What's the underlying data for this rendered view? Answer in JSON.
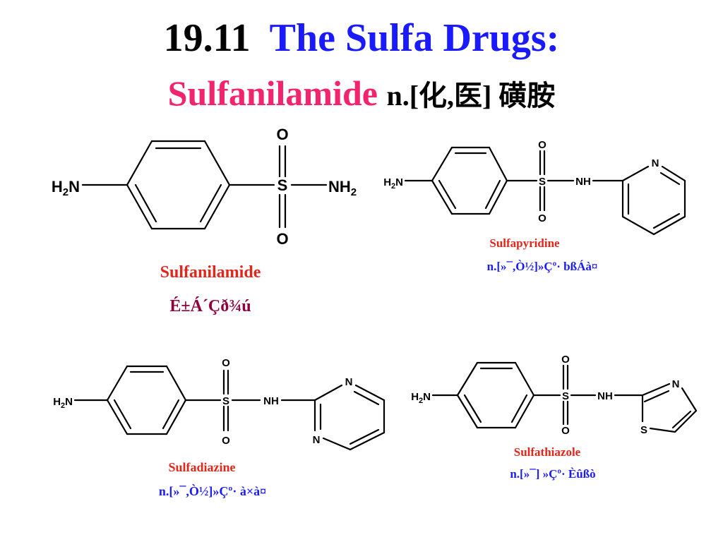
{
  "title": {
    "number": "19.11",
    "topic": "The Sulfa Drugs:",
    "drug": "Sulfanilamide",
    "pos": "n.[化,医] 磺胺"
  },
  "colors": {
    "title_black": "#000000",
    "title_blue": "#1a1aff",
    "title_pink": "#f2246e",
    "caption_red": "#e3261b",
    "caption_blue": "#1a1aff",
    "caption_maroon": "#8e0040"
  },
  "atoms": {
    "o": "O",
    "s": "S",
    "n": "N",
    "nh": "NH",
    "h": "H",
    "sub2": "2"
  },
  "molecules": [
    {
      "name": "Sulfanilamide",
      "subtitle": "É±Á´Çð¾ú"
    },
    {
      "name": "Sulfapyridine",
      "subtitle": "n.[»¯,Ò½]»Çº· bßÁà¤"
    },
    {
      "name": "Sulfadiazine",
      "subtitle": "n.[»¯,Ò½]»Çº· à×à¤"
    },
    {
      "name": "Sulfathiazole",
      "subtitle": "n.[»¯] »Çº· Èûßò"
    }
  ]
}
